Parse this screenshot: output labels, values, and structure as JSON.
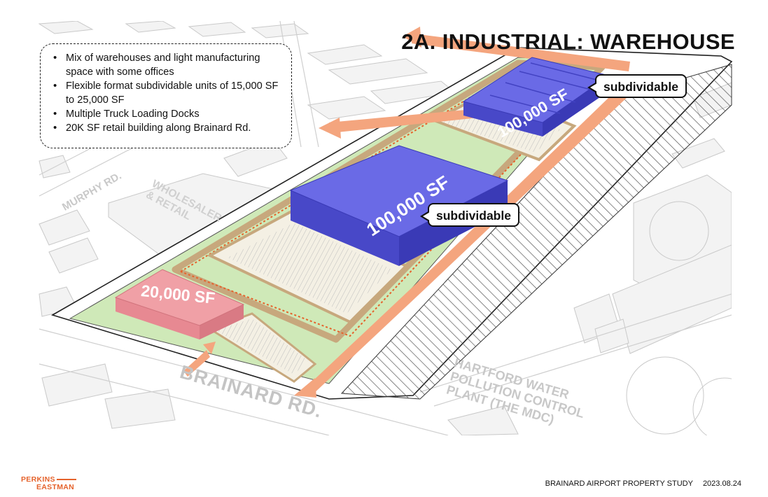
{
  "title": "2A. INDUSTRIAL: WAREHOUSE",
  "bullets": [
    "Mix of warehouses and light manufacturing space with some offices",
    "Flexible format subdividable units of 15,000 SF to 25,000 SF",
    "Multiple Truck Loading Docks",
    "20K SF retail building along Brainard Rd."
  ],
  "buildings": {
    "warehouse_main": "100,000 SF",
    "warehouse_north": "100,000 SF",
    "retail": "20,000 SF"
  },
  "callouts": {
    "north": "subdividable",
    "main": "subdividable"
  },
  "map_labels": {
    "brainard_rd": "BRAINARD RD.",
    "murphy_rd": "MURPHY RD.",
    "wholesaler_line1": "WHOLESALER",
    "wholesaler_line2": "& RETAIL",
    "plant_line1": "HARTFORD WATER",
    "plant_line2": "POLLUTION CONTROL",
    "plant_line3": "PLANT (THE MDC)"
  },
  "footer": {
    "logo_line1": "PERKINS",
    "logo_line2": "EASTMAN",
    "study": "BRAINARD AIRPORT PROPERTY STUDY",
    "date": "2023.08.24"
  },
  "colors": {
    "warehouse": "#6a6ae6",
    "retail": "#f0a0a6",
    "site_green": "#cfe9b8",
    "arrow_orange": "#f4a57e",
    "logo_orange": "#e5622b"
  }
}
